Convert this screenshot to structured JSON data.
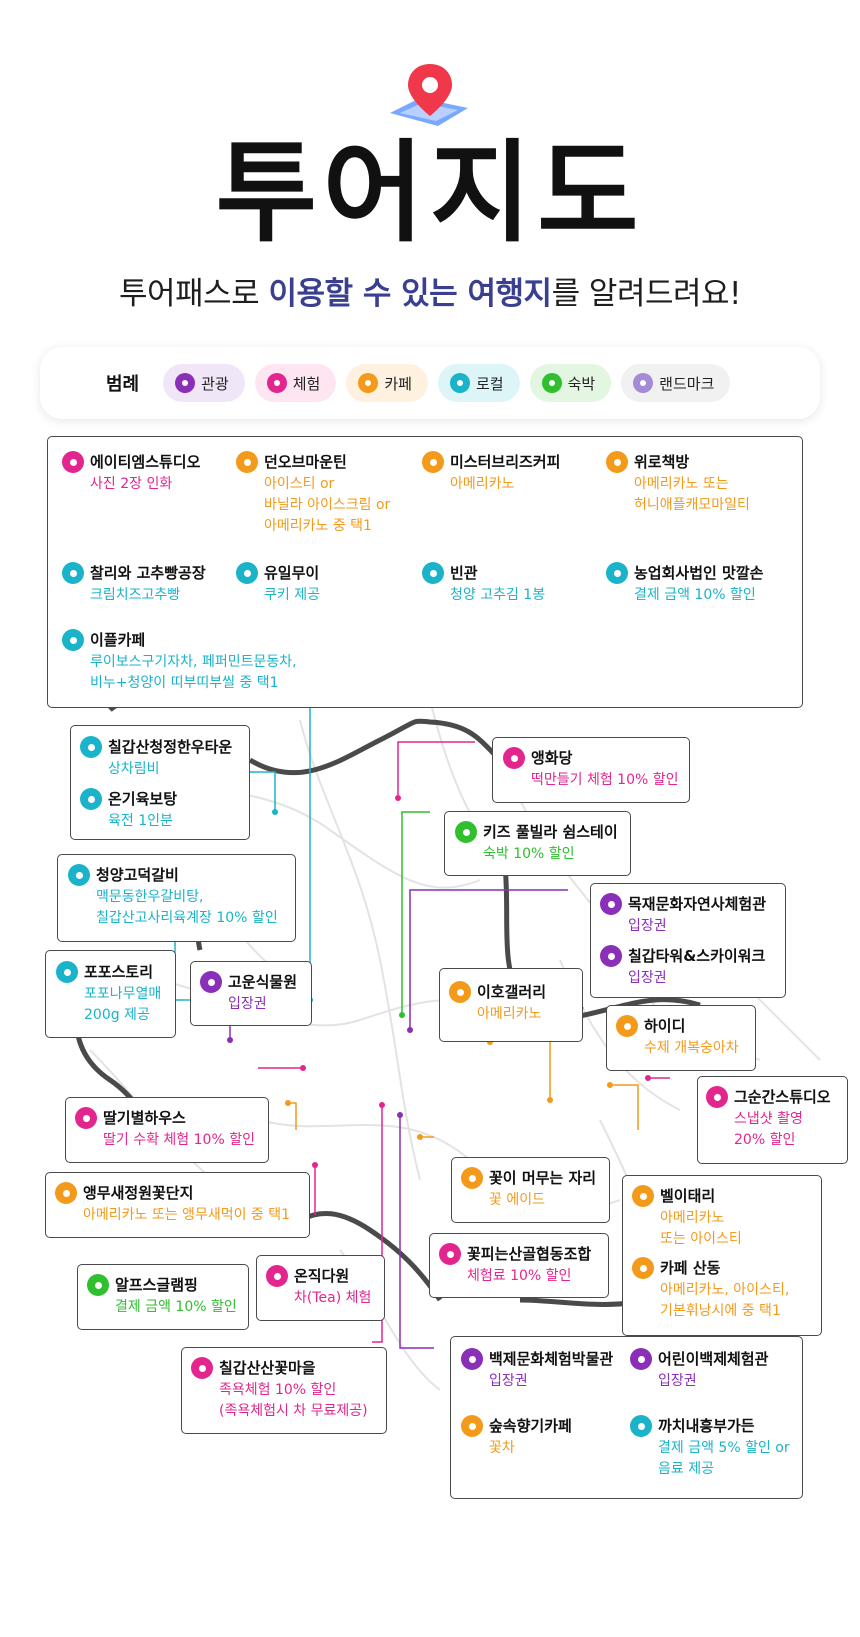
{
  "header": {
    "title": "투어지도",
    "subtitle_pre": "투어패스로 ",
    "subtitle_highlight": "이용할 수 있는 여행지",
    "subtitle_post": "를 알려드려요!"
  },
  "legend": {
    "title": "범례",
    "items": [
      {
        "label": "관광",
        "color": "#8a2fb8",
        "bg": "#f1e6f8"
      },
      {
        "label": "체험",
        "color": "#e3268d",
        "bg": "#fde6f1"
      },
      {
        "label": "카페",
        "color": "#f39a1b",
        "bg": "#fff1df"
      },
      {
        "label": "로컬",
        "color": "#1bb3c9",
        "bg": "#def5f8"
      },
      {
        "label": "숙박",
        "color": "#2fbf2f",
        "bg": "#e2f6e2"
      },
      {
        "label": "랜드마크",
        "color": "#a58ad6",
        "bg": "#f1f1f1"
      }
    ]
  },
  "places": {
    "top1": {
      "name": "에이티엠스튜디오",
      "benefit": "사진 2장 인화"
    },
    "top2": {
      "name": "던오브마운틴",
      "benefit": "아이스티 or\n바닐라 아이스크림 or\n아메리카노 중 택1"
    },
    "top3": {
      "name": "미스터브리즈커피",
      "benefit": "아메리카노"
    },
    "top4": {
      "name": "위로책방",
      "benefit": "아메리카노 또는\n허니애플캐모마일티"
    },
    "top5": {
      "name": "찰리와 고추빵공장",
      "benefit": "크림치즈고추빵"
    },
    "top6": {
      "name": "유일무이",
      "benefit": "쿠키 제공"
    },
    "top7": {
      "name": "빈관",
      "benefit": "청양 고추김 1봉"
    },
    "top8": {
      "name": "농업회사법인 맛깔손",
      "benefit": "결제 금액 10% 할인"
    },
    "top9": {
      "name": "이플카페",
      "benefit": "루이보스구기자차, 페퍼민트문동차,\n비누+청양이 띠부띠부씰 중 택1"
    },
    "m1": {
      "name": "칠갑산청정한우타운",
      "benefit": "상차림비"
    },
    "m2": {
      "name": "온기육보탕",
      "benefit": "육전 1인분"
    },
    "m3": {
      "name": "앵화당",
      "benefit": "떡만들기 체험 10% 할인"
    },
    "m4": {
      "name": "키즈 풀빌라 쉼스테이",
      "benefit": "숙박 10% 할인"
    },
    "m5": {
      "name": "청양고덕갈비",
      "benefit": "맥문동한우갈비탕,\n칠갑산고사리육계장 10% 할인"
    },
    "m6": {
      "name": "목재문화자연사체험관",
      "benefit": "입장권"
    },
    "m7": {
      "name": "칠갑타워&스카이워크",
      "benefit": "입장권"
    },
    "m8": {
      "name": "포포스토리",
      "benefit": "포포나무열매\n200g 제공"
    },
    "m9": {
      "name": "고운식물원",
      "benefit": "입장권"
    },
    "m10": {
      "name": "이호갤러리",
      "benefit": "아메리카노"
    },
    "m11": {
      "name": "하이디",
      "benefit": "수제 개복숭아차"
    },
    "m12": {
      "name": "그순간스튜디오",
      "benefit": "스냅샷 촬영\n20% 할인"
    },
    "m13": {
      "name": "딸기별하우스",
      "benefit": "딸기 수확 체험 10% 할인"
    },
    "m14": {
      "name": "꽃이 머무는 자리",
      "benefit": "꽃 에이드"
    },
    "m15": {
      "name": "앵무새정원꽃단지",
      "benefit": "아메리카노 또는 앵무새먹이 중 택1"
    },
    "m16": {
      "name": "벨이태리",
      "benefit": "아메리카노\n또는 아이스티"
    },
    "m17": {
      "name": "카페 산동",
      "benefit": "아메리카노, 아이스티,\n기본휘낭시에 중 택1"
    },
    "m18": {
      "name": "꽃피는산골협동조합",
      "benefit": "체험료 10% 할인"
    },
    "m19": {
      "name": "알프스글램핑",
      "benefit": "결제 금액 10% 할인"
    },
    "m20": {
      "name": "온직다원",
      "benefit": "차(Tea) 체험"
    },
    "m21": {
      "name": "칠갑산산꽃마을",
      "benefit": "족욕체험 10% 할인\n(족욕체험시 차 무료제공)"
    },
    "m22": {
      "name": "백제문화체험박물관",
      "benefit": "입장권"
    },
    "m23": {
      "name": "어린이백제체험관",
      "benefit": "입장권"
    },
    "m24": {
      "name": "숲속향기카페",
      "benefit": "꽃차"
    },
    "m25": {
      "name": "까치내흥부가든",
      "benefit": "결제 금액 5% 할인 or\n음료 제공"
    }
  }
}
